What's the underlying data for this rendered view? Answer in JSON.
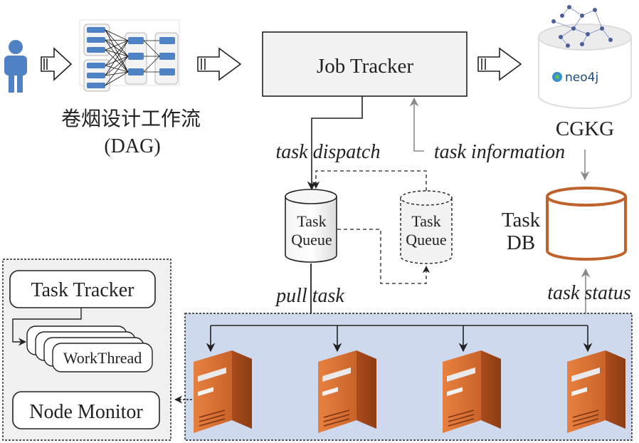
{
  "user": {
    "icon": "person-icon"
  },
  "dag": {
    "label_cn": "卷烟设计工作流",
    "label_en": "(DAG)"
  },
  "job_tracker": {
    "label": "Job Tracker"
  },
  "cgkg": {
    "label": "CGKG",
    "logo_text": "neo4j",
    "icon": "graph-database-icon"
  },
  "edges": {
    "task_dispatch": "task dispatch",
    "task_information": "task information",
    "pull_task": "pull task",
    "task_status": "task status"
  },
  "queues": {
    "main": {
      "line1": "Task",
      "line2": "Queue"
    },
    "backup": {
      "line1": "Task",
      "line2": "Queue"
    }
  },
  "task_db": {
    "line1": "Task",
    "line2": "DB"
  },
  "node_panel": {
    "task_tracker": "Task Tracker",
    "work_thread": "WorkThread",
    "node_monitor": "Node Monitor"
  },
  "workers": {
    "count_icons": "server-icon"
  },
  "colors": {
    "job_tracker_fill": "#f2f2f2",
    "cluster_fill": "#cfd9ee",
    "panel_fill": "#f0f0f0",
    "db_stroke": "#c0622c",
    "server_orange": "#e2763a",
    "user_blue": "#4f82c4"
  }
}
